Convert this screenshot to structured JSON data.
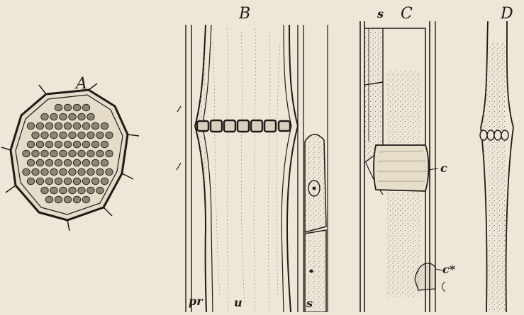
{
  "figure": {
    "panels": {
      "a": "A",
      "b": "B",
      "c": "C",
      "d": "D"
    },
    "parts": {
      "pr": "pr",
      "u": "u",
      "s_b": "s",
      "s_c": "s",
      "c": "c",
      "c_star": "c*",
      "c_small": "c"
    },
    "colors": {
      "paper": "#eee7d7",
      "ink": "#1e1a16",
      "stipple": "#5a5246"
    }
  }
}
